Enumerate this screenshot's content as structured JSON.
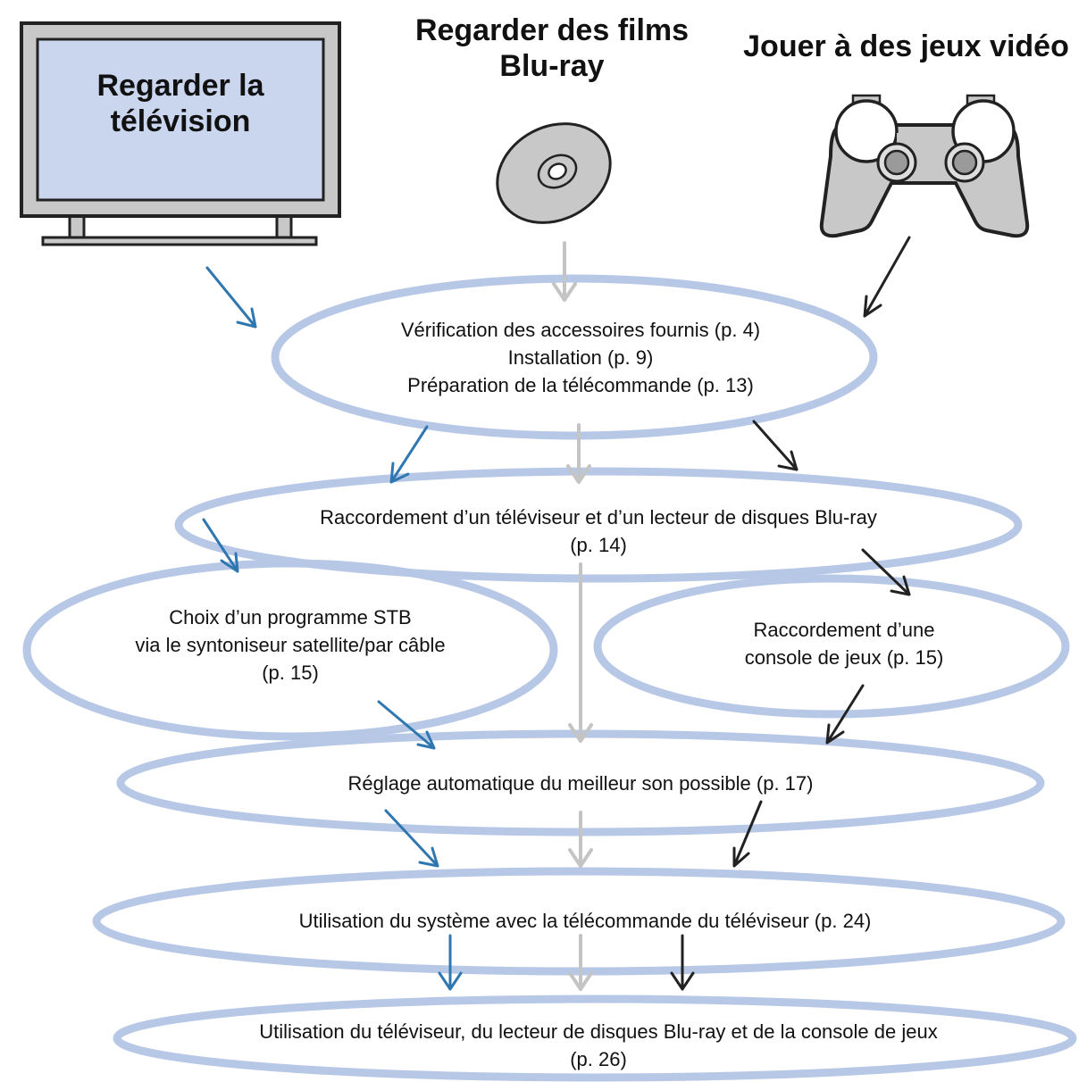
{
  "sources": {
    "tv": {
      "label": "Regarder la télévision",
      "icon": "tv-icon"
    },
    "bluray": {
      "label": "Regarder des films Blu-ray",
      "icon": "disc-icon"
    },
    "game": {
      "label": "Jouer à des jeux vidéo",
      "icon": "gamepad-icon"
    }
  },
  "steps": {
    "prep": [
      "Vérification des accessoires fournis (p. 4)",
      "Installation (p. 9)",
      "Préparation de la télécommande (p. 13)"
    ],
    "connect_tv_bd": [
      "Raccordement d’un téléviseur et d’un lecteur de disques Blu-ray",
      "(p. 14)"
    ],
    "stb": [
      "Choix d’un programme STB",
      "via le syntoniseur satellite/par câble",
      "(p. 15)"
    ],
    "console": [
      "Raccordement d’une",
      "console de jeux (p. 15)"
    ],
    "auto_sound": [
      "Réglage automatique du meilleur son possible (p. 17)"
    ],
    "tv_remote": [
      "Utilisation du système avec la télécommande du téléviseur (p. 24)"
    ],
    "use_all": [
      "Utilisation du téléviseur, du lecteur de disques Blu-ray et de la console de jeux",
      "(p. 26)"
    ]
  },
  "colors": {
    "ellipse": "#b7c7e6",
    "tv_path": "#2f77b0",
    "bluray_path": "#c4c4c4",
    "game_path": "#222222",
    "screen": "#c9d6ee",
    "device_gray": "#c8c8c8"
  }
}
